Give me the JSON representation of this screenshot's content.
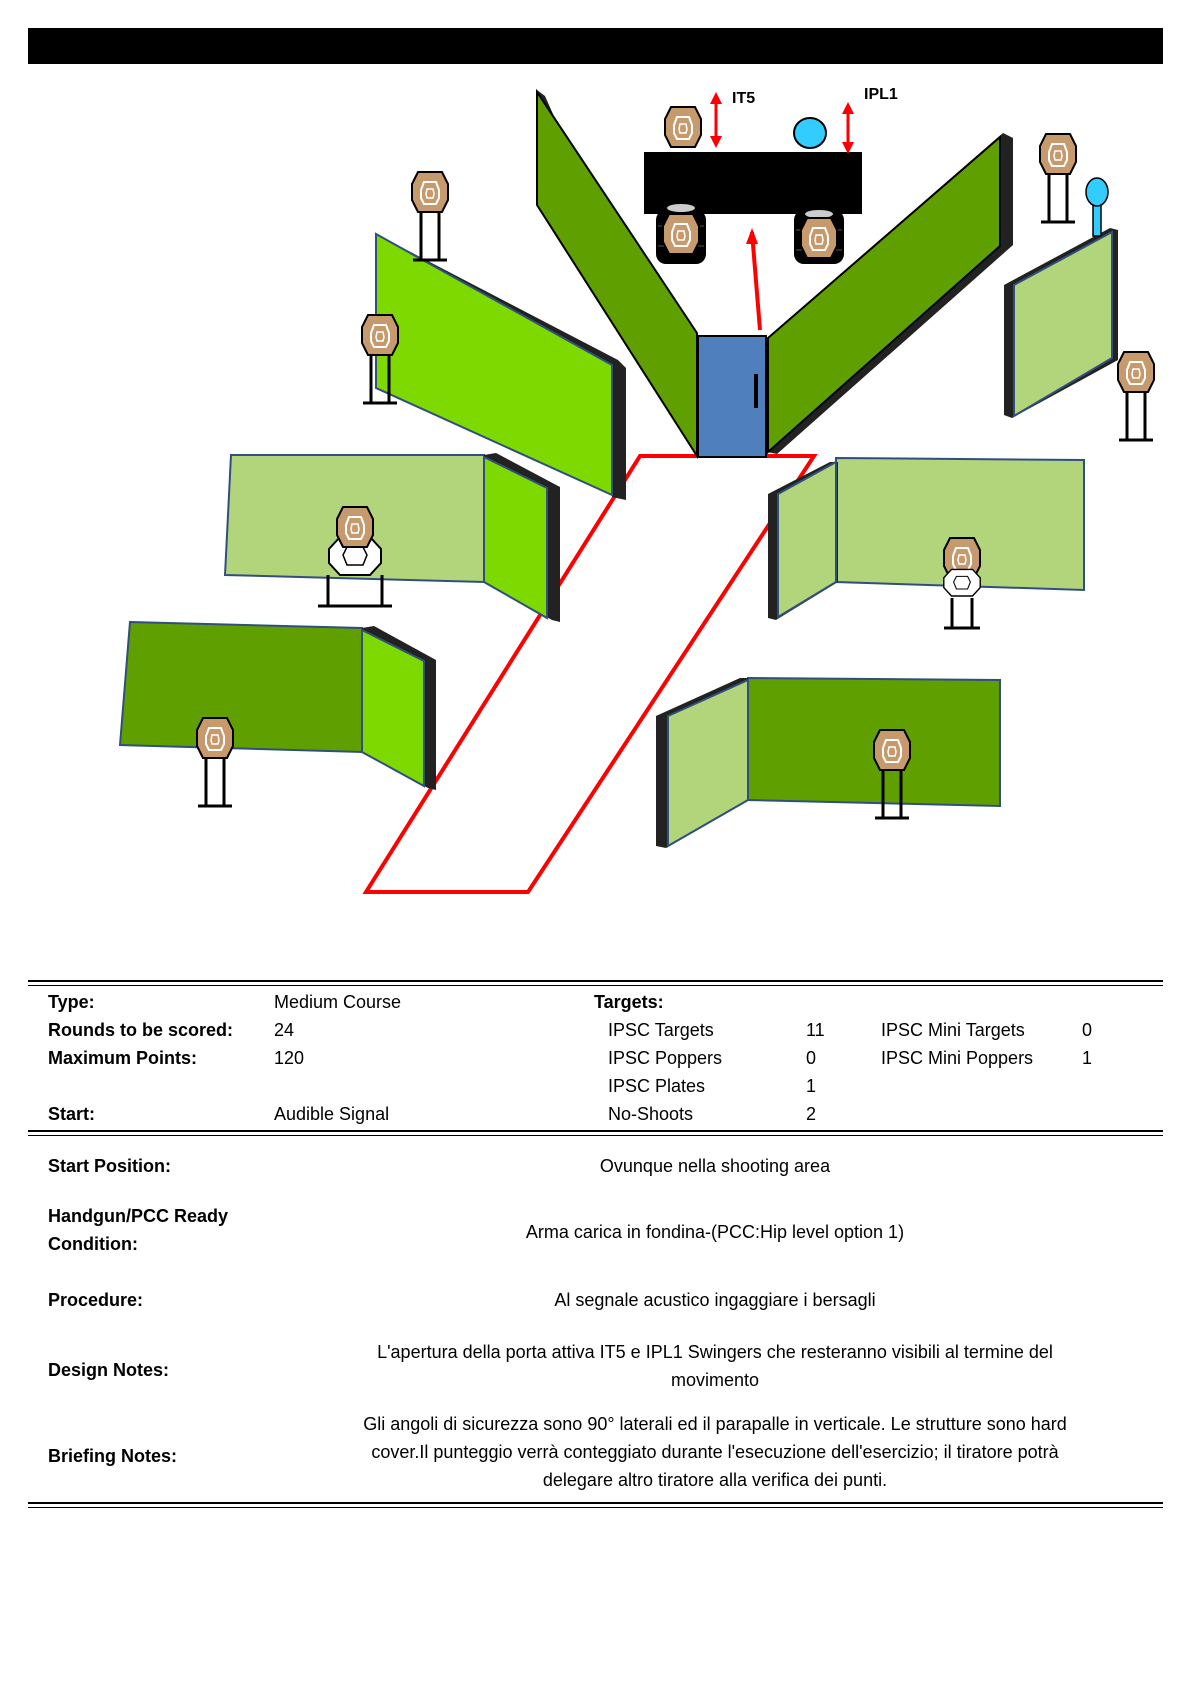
{
  "labels": {
    "it5": "IT5",
    "ipl1": "IPL1"
  },
  "colors": {
    "dark_wall": "#5fa000",
    "bright_wall": "#7ed900",
    "pale_wall": "#b2d47a",
    "door": "#4f80bd",
    "target": "#c79a6e",
    "popper": "#33ccff",
    "fault_line": "#ff0000"
  },
  "info": {
    "type_label": "Type:",
    "type_value": "Medium Course",
    "rounds_label": "Rounds to be scored:",
    "rounds_value": "24",
    "points_label": "Maximum Points:",
    "points_value": "120",
    "start_label": "Start:",
    "start_value": "Audible Signal",
    "targets_label": "Targets:",
    "targets": [
      {
        "name": "IPSC Targets",
        "count": "11"
      },
      {
        "name": "IPSC Poppers",
        "count": "0"
      },
      {
        "name": "IPSC Plates",
        "count": "1"
      },
      {
        "name": "No-Shoots",
        "count": "2"
      }
    ],
    "mini": [
      {
        "name": "IPSC Mini Targets",
        "count": "0"
      },
      {
        "name": "IPSC Mini Poppers",
        "count": "1"
      }
    ]
  },
  "details": {
    "start_position_label": "Start Position:",
    "start_position_value": "Ovunque nella shooting area",
    "ready_label_1": "Handgun/PCC Ready",
    "ready_label_2": "Condition:",
    "ready_value": "Arma carica in fondina-(PCC:Hip level option 1)",
    "procedure_label": "Procedure:",
    "procedure_value": "Al segnale acustico ingaggiare i bersagli",
    "design_label": "Design Notes:",
    "design_value_1": "L'apertura della porta attiva IT5 e IPL1 Swingers che resteranno visibili al termine del",
    "design_value_2": "movimento",
    "briefing_label": "Briefing Notes:",
    "briefing_value_1": "Gli angoli di sicurezza sono 90° laterali ed il parapalle in verticale. Le strutture sono hard",
    "briefing_value_2": "cover.Il punteggio verrà conteggiato durante l'esecuzione dell'esercizio; il tiratore potrà",
    "briefing_value_3": "delegare altro tiratore alla verifica  dei punti."
  }
}
